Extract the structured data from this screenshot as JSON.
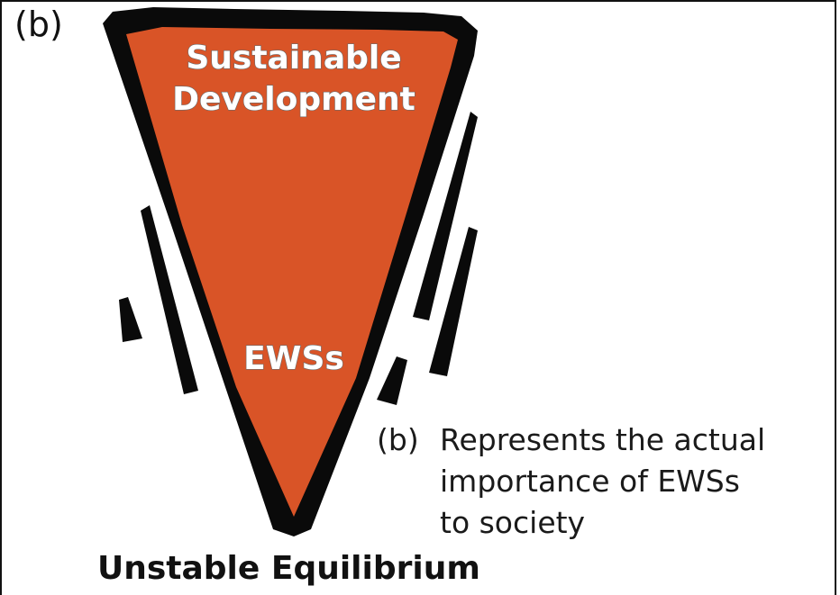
{
  "panel_label": "(b)",
  "triangle": {
    "top_label_line1": "Sustainable",
    "top_label_line2": "Development",
    "inner_label": "EWSs",
    "fill_color": "#d95427",
    "outline_color": "#0a0a0a"
  },
  "caption": {
    "prefix": "(b)",
    "line1": "Represents the actual",
    "line2": "importance of EWSs",
    "line3": "to society"
  },
  "bottom_label": "Unstable Equilibrium"
}
